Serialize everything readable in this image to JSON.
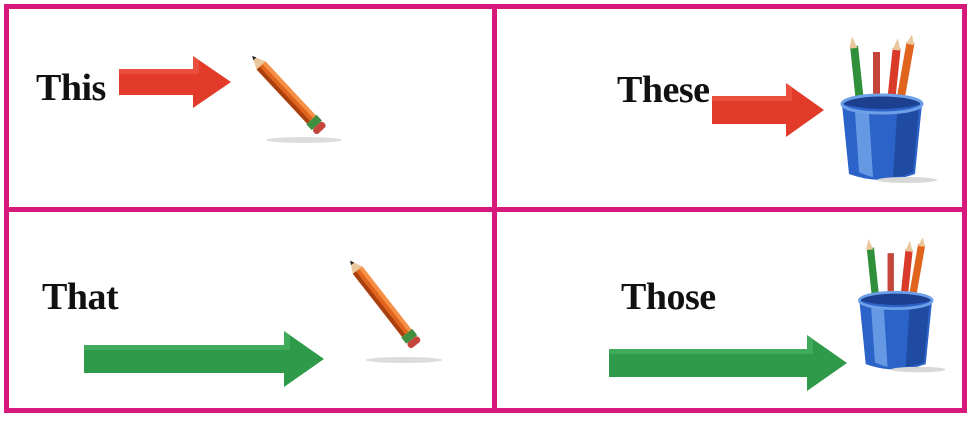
{
  "colors": {
    "border": "#d6197a",
    "near_arrow": "#e23b2a",
    "far_arrow": "#2e9a4a"
  },
  "cells": [
    {
      "word": "This",
      "arrow_color": "red",
      "icon": "pencil-icon"
    },
    {
      "word": "These",
      "arrow_color": "red",
      "icon": "pencil-cup-icon"
    },
    {
      "word": "That",
      "arrow_color": "green",
      "icon": "pencil-icon"
    },
    {
      "word": "Those",
      "arrow_color": "green",
      "icon": "pencil-cup-icon"
    }
  ]
}
